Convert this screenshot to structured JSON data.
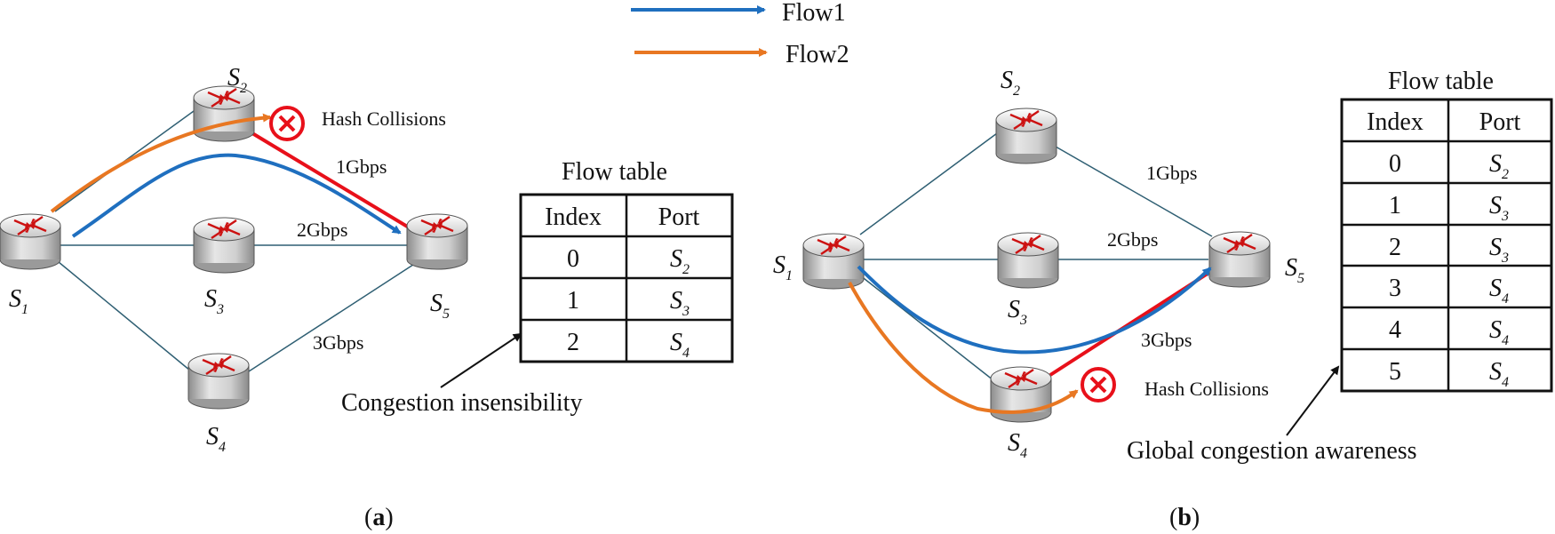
{
  "legend": {
    "flow1": {
      "label": "Flow1",
      "color": "#1f6fbf"
    },
    "flow2": {
      "label": "Flow2",
      "color": "#e87722"
    }
  },
  "colors": {
    "link": "#2f5f73",
    "collision_path": "#e8101a"
  },
  "panel_a": {
    "caption_open": "(",
    "caption_letter": "a",
    "caption_close": ")",
    "hash_collision_label": "Hash Collisions",
    "annotation": "Congestion insensibility",
    "link_labels": {
      "s2_s5": "1Gbps",
      "s3_s5": "2Gbps",
      "s4_s5": "3Gbps"
    },
    "switches": {
      "s1": {
        "letter": "S",
        "sub": "1"
      },
      "s2": {
        "letter": "S",
        "sub": "2"
      },
      "s3": {
        "letter": "S",
        "sub": "3"
      },
      "s4": {
        "letter": "S",
        "sub": "4"
      },
      "s5": {
        "letter": "S",
        "sub": "5"
      }
    },
    "flow_table": {
      "title": "Flow table",
      "headers": [
        "Index",
        "Port"
      ],
      "rows": [
        {
          "index": "0",
          "port": "S",
          "port_sub": "2"
        },
        {
          "index": "1",
          "port": "S",
          "port_sub": "3"
        },
        {
          "index": "2",
          "port": "S",
          "port_sub": "4"
        }
      ]
    }
  },
  "panel_b": {
    "caption_open": "(",
    "caption_letter": "b",
    "caption_close": ")",
    "hash_collision_label": "Hash Collisions",
    "annotation": "Global congestion awareness",
    "link_labels": {
      "s2_s5": "1Gbps",
      "s3_s5": "2Gbps",
      "s4_s5": "3Gbps"
    },
    "switches": {
      "s1": {
        "letter": "S",
        "sub": "1"
      },
      "s2": {
        "letter": "S",
        "sub": "2"
      },
      "s3": {
        "letter": "S",
        "sub": "3"
      },
      "s4": {
        "letter": "S",
        "sub": "4"
      },
      "s5": {
        "letter": "S",
        "sub": "5"
      }
    },
    "flow_table": {
      "title": "Flow table",
      "headers": [
        "Index",
        "Port"
      ],
      "rows": [
        {
          "index": "0",
          "port": "S",
          "port_sub": "2"
        },
        {
          "index": "1",
          "port": "S",
          "port_sub": "3"
        },
        {
          "index": "2",
          "port": "S",
          "port_sub": "3"
        },
        {
          "index": "3",
          "port": "S",
          "port_sub": "4"
        },
        {
          "index": "4",
          "port": "S",
          "port_sub": "4"
        },
        {
          "index": "5",
          "port": "S",
          "port_sub": "4"
        }
      ]
    }
  }
}
